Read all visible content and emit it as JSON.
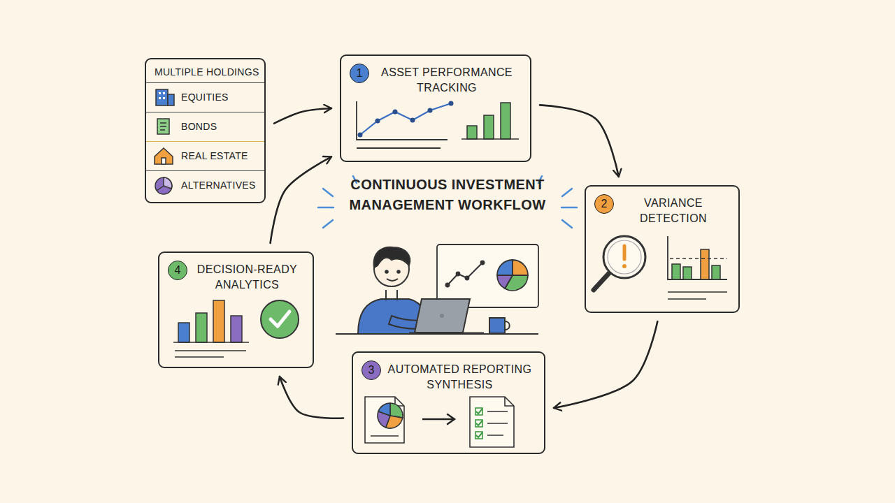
{
  "diagram": {
    "title": "CONTINUOUS INVESTMENT MANAGEMENT WORKFLOW",
    "nodes": [
      {
        "text": [
          "MULTIPLE HOLDINGS"
        ]
      },
      {
        "text": [
          "EQUITIES"
        ],
        "in": 0
      },
      {
        "text": [
          "BONDS"
        ],
        "in": 0
      },
      {
        "text": [
          "REAL ESTATE"
        ],
        "in": 0
      },
      {
        "text": [
          "ALTERNATIVES"
        ],
        "in": 0
      },
      {
        "text": [
          "1",
          "ASSET PERFORMANCE TRACKING"
        ]
      },
      {
        "text": [
          "2",
          "VARIANCE DETECTION"
        ]
      },
      {
        "text": [
          "3",
          "AUTOMATED REPORTING SYNTHESIS"
        ]
      },
      {
        "text": [
          "4",
          "DECISION-READY ANALYTICS"
        ]
      }
    ],
    "edges": [
      {
        "from": 0,
        "to": 5,
        "arrow": "to"
      },
      {
        "from": 5,
        "to": 6,
        "arrow": "to"
      },
      {
        "from": 6,
        "to": 7,
        "arrow": "to"
      },
      {
        "from": 7,
        "to": 8,
        "arrow": "to"
      },
      {
        "from": 8,
        "to": 5,
        "arrow": "to"
      }
    ]
  }
}
